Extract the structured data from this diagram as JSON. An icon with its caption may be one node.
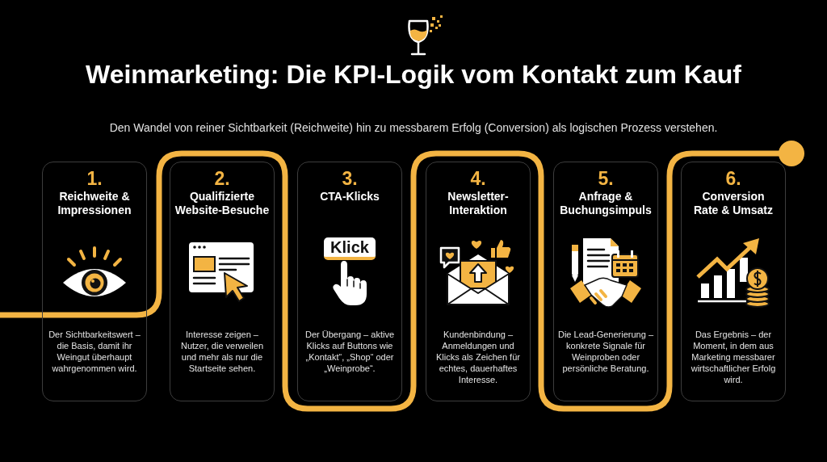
{
  "diagram": {
    "title": "Weinmarketing: Die KPI-Logik vom Kontakt zum Kauf",
    "nodes": [
      {
        "text": [
          "1.",
          "Reichweite & Impressionen",
          "Der Sichtbarkeitswert – die Basis, damit ihr Weingut überhaupt wahrgenommen wird."
        ]
      },
      {
        "text": [
          "2.",
          "Qualifizierte Website-Besuche",
          "Interesse zeigen – Nutzer, die verweilen und mehr als nur die Startseite sehen."
        ]
      },
      {
        "text": [
          "3.",
          "CTA-Klicks",
          "Klick",
          "Der Übergang – aktive Klicks auf Buttons wie „Kontakt“, „Shop“ oder „Weinprobe“."
        ]
      },
      {
        "text": [
          "4.",
          "Newsletter-Interaktion",
          "Kundenbindung – Anmeldungen und Klicks als Zeichen für echtes, dauerhaftes Interesse."
        ]
      },
      {
        "text": [
          "5.",
          "Anfrage & Buchungsimpuls",
          "Die Lead-Generierung – konkrete Signale für Weinproben oder persönliche Beratung."
        ]
      },
      {
        "text": [
          "6.",
          "Conversion Rate & Umsatz",
          "Das Ergebnis – der Moment, in dem aus Marketing messbarer wirtschaftlicher Erfolg wird."
        ]
      }
    ],
    "labels": [
      "Den Wandel von reiner Sichtbarkeit (Reichweite) hin zu messbarem Erfolg (Conversion) als logischen Prozess verstehen."
    ]
  }
}
